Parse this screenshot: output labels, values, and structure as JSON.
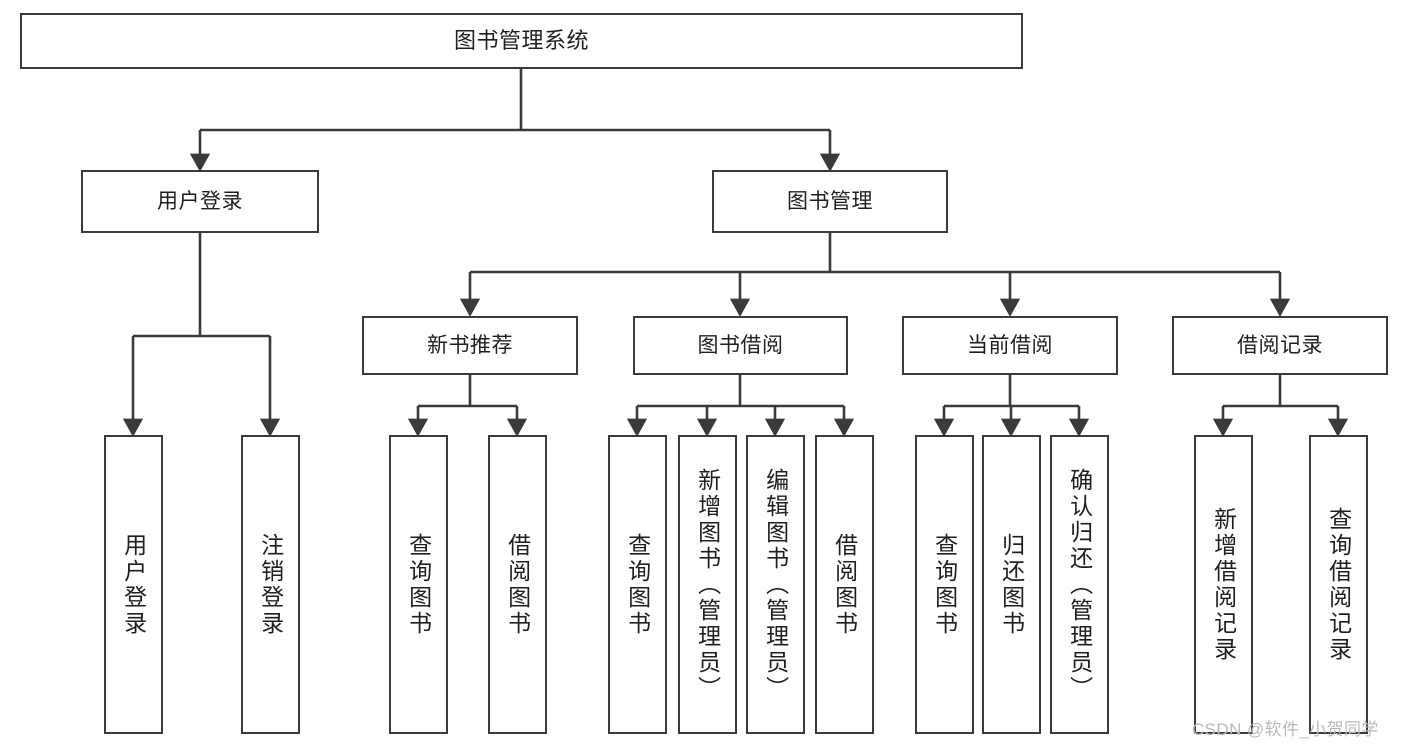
{
  "diagram": {
    "title": "图书管理系统",
    "style": {
      "box_border_color": "#3a3a3a",
      "box_fill_color": "#ffffff",
      "connector_color": "#3a3a3a",
      "text_color": "#1f1f1f",
      "background_color": "#ffffff",
      "watermark_color": "#b9b9b9"
    },
    "levels": {
      "root": {
        "label": "图书管理系统"
      },
      "level1": [
        {
          "label": "用户登录"
        },
        {
          "label": "图书管理"
        }
      ],
      "level2": [
        {
          "label": "新书推荐"
        },
        {
          "label": "图书借阅"
        },
        {
          "label": "当前借阅"
        },
        {
          "label": "借阅记录"
        }
      ],
      "leaves": {
        "user_login": [
          {
            "label": "用户登录"
          },
          {
            "label": "注销登录"
          }
        ],
        "new_book_recommend": [
          {
            "label": "查询图书"
          },
          {
            "label": "借阅图书"
          }
        ],
        "book_borrow": [
          {
            "label": "查询图书"
          },
          {
            "label": "新增图书（管理员）"
          },
          {
            "label": "编辑图书（管理员）"
          },
          {
            "label": "借阅图书"
          }
        ],
        "current_borrow": [
          {
            "label": "查询图书"
          },
          {
            "label": "归还图书"
          },
          {
            "label": "确认归还（管理员）"
          }
        ],
        "borrow_record": [
          {
            "label": "新增借阅记录"
          },
          {
            "label": "查询借阅记录"
          }
        ]
      }
    },
    "watermark": "CSDN @软件_小贺同学"
  }
}
